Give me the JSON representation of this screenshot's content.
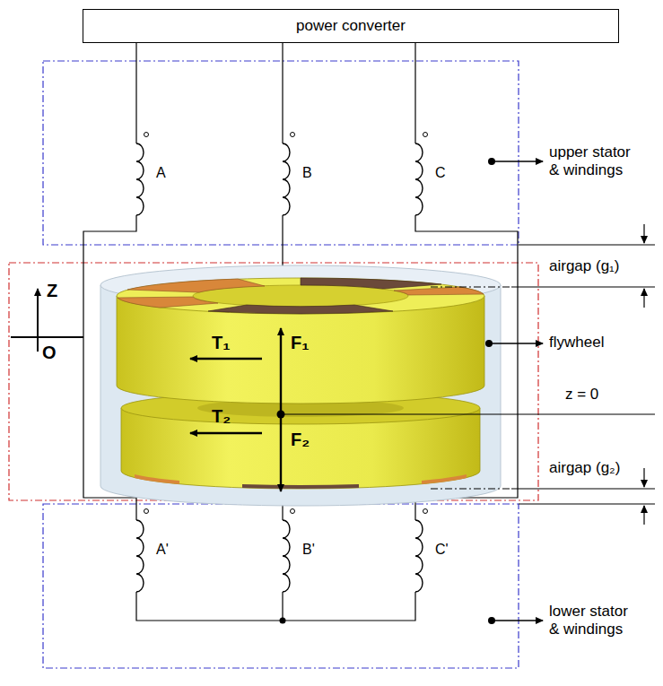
{
  "diagram": {
    "nodes": [
      {
        "text": [
          "power converter"
        ]
      }
    ],
    "labels": [
      "A",
      "B",
      "C",
      "upper stator & windings",
      "airgap (g₁)",
      "Z",
      "O",
      "flywheel",
      "T₁",
      "F₁",
      "z = 0",
      "T₂",
      "F₂",
      "airgap (g₂)",
      "A'",
      "B'",
      "C'",
      "lower stator & windings"
    ]
  }
}
